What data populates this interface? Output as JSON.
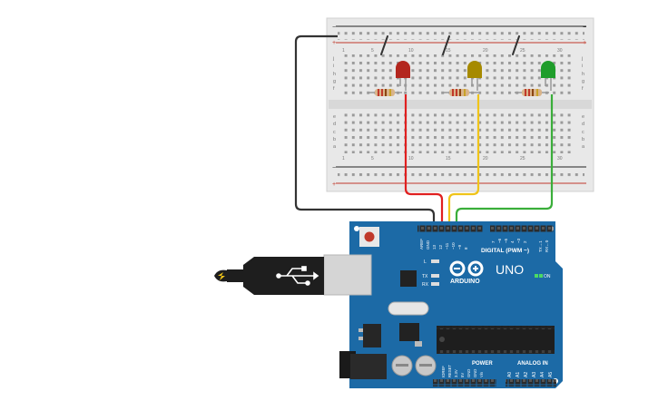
{
  "breadboard": {
    "column_labels": [
      "1",
      "5",
      "10",
      "15",
      "20",
      "25",
      "30"
    ],
    "row_labels_top": [
      "j",
      "i",
      "h",
      "g",
      "f"
    ],
    "row_labels_bottom": [
      "e",
      "d",
      "c",
      "b",
      "a"
    ],
    "rail_minus": "−",
    "rail_plus": "+"
  },
  "leds": [
    {
      "name": "red-led",
      "color": "#b3261e"
    },
    {
      "name": "yellow-led",
      "color": "#a68a00"
    },
    {
      "name": "green-led",
      "color": "#1f9d2b"
    }
  ],
  "wires": {
    "ground_color": "#333333",
    "red_color": "#e02020",
    "yellow_color": "#f0c419",
    "green_color": "#3aae3a"
  },
  "arduino": {
    "brand": "ARDUINO",
    "model": "UNO",
    "on_label": "ON",
    "digital_label": "DIGITAL (PWM ~)",
    "power_label": "POWER",
    "analog_label": "ANALOG IN",
    "tx_label": "TX",
    "rx_label": "RX",
    "l_label": "L",
    "top_pins": [
      "AREF",
      "GND",
      "13",
      "12",
      "~11",
      "~10",
      "~9",
      "8",
      "7",
      "~6",
      "~5",
      "4",
      "~3",
      "2",
      "TX→1",
      "RX←0"
    ],
    "power_pins": [
      "IOREF",
      "RESET",
      "3.3V",
      "5V",
      "GND",
      "GND",
      "Vin"
    ],
    "analog_pins": [
      "A0",
      "A1",
      "A2",
      "A3",
      "A4",
      "A5"
    ],
    "board_color": "#1c6aa6"
  }
}
